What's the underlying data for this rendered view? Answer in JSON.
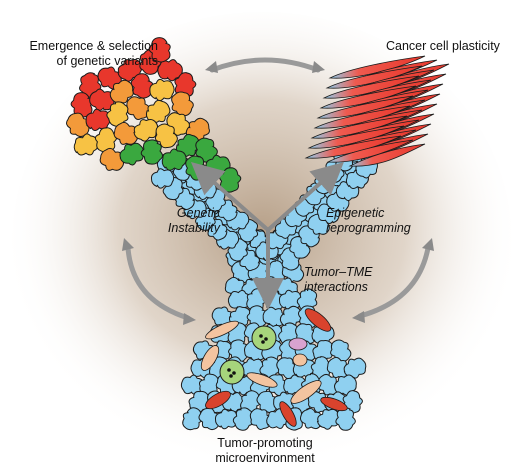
{
  "labels": {
    "top_left": [
      "Emergence & selection",
      "of genetic variants"
    ],
    "top_right": "Cancer cell plasticity",
    "genetic": [
      "Genetic",
      "Instability"
    ],
    "epigenetic": [
      "Epigenetic",
      "reprogramming"
    ],
    "tme": [
      "Tumor–TME",
      "interactions"
    ],
    "bottom": [
      "Tumor-promoting",
      "microenvironment"
    ]
  },
  "colors": {
    "cell_blue": "#8fd0f0",
    "cell_red": "#e8372c",
    "cell_orange": "#f39a3a",
    "cell_yellow": "#f7c244",
    "cell_green": "#3aa83f",
    "immune_green": "#a7d57c",
    "fibroblast_tan": "#f3c4a0",
    "stroma_red": "#d9432d",
    "arrow_grey": "#9a9a9a",
    "glow_beige": "#c9b5a0"
  }
}
